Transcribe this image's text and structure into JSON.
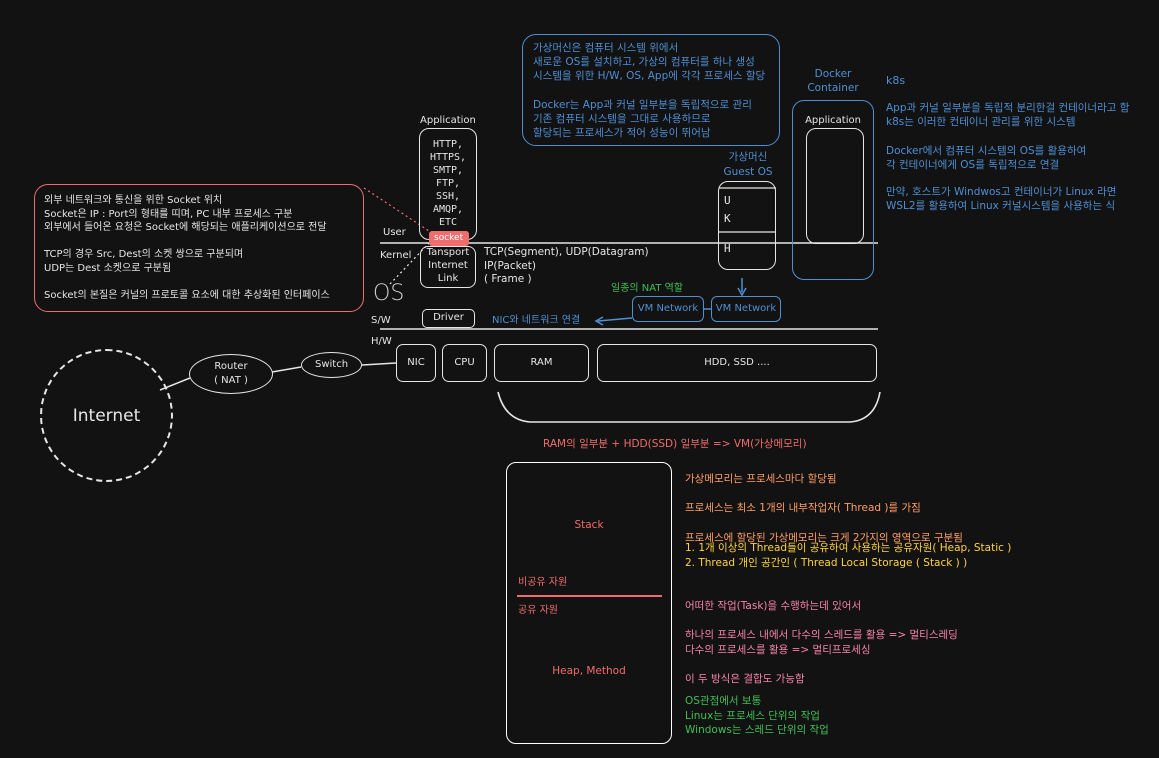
{
  "colors": {
    "background": "#121212",
    "white": "#e6e6e6",
    "blue": "#4f8fd4",
    "green": "#40c057",
    "red": "#f06d6d",
    "orange": "#ff9f66"
  },
  "top_note": {
    "lines": [
      "가상머신은 컴퓨터 시스템 위에서",
      "새로운 OS를 설치하고, 가상의 컴퓨터를 하나 생성",
      "시스템을 위한 H/W, OS, App에 각각 프로세스 할당",
      "",
      "Docker는 App과 커널 일부분을 독립적으로 관리",
      "기존 컴퓨터 시스템을 그대로 사용하므로",
      "할당되는 프로세스가 적어 성능이 뛰어남"
    ]
  },
  "socket_note": {
    "lines": [
      "외부 네트워크와 통신을 위한 Socket 위치",
      "Socket은 IP : Port의 형태를 띠며, PC 내부 프로세스 구분",
      "외부에서 들어온 요청은 Socket에 해당되는 애플리케이션으로 전달",
      "",
      "TCP의 경우 Src, Dest의 소켓 쌍으로 구분되며",
      "UDP는 Dest 소켓으로 구분됨",
      "",
      "Socket의 본질은 커널의 프로토콜 요소에 대한 추상화된 인터페이스"
    ]
  },
  "k8s_note": {
    "title": "k8s",
    "para1": [
      "App과 커널 일부분을 독립적 분리한걸 컨테이너라고 함",
      "k8s는 이러한 컨테이너 관리를 위한 시스템"
    ],
    "para2": [
      "Docker에서 컴퓨터 시스템의 OS를 활용하여",
      "각 컨테이너에게 OS를 독립적으로 연결"
    ],
    "para3": [
      "만약, 호스트가 Windwos고 컨테이너가 Linux 라면",
      "WSL2를 활용하여 Linux 커널시스템을 사용하는 식"
    ]
  },
  "application": {
    "label": "Application",
    "protocols": [
      "HTTP,",
      "HTTPS,",
      "SMTP,",
      "FTP,",
      "SSH,",
      "AMQP,",
      "ETC"
    ]
  },
  "socket_label": "socket",
  "layers": {
    "user": "User",
    "kernel": "Kernel",
    "sw": "S/W",
    "hw": "H/W",
    "os": "OS"
  },
  "kernel_stack": [
    "Tansport",
    "Internet",
    "Link"
  ],
  "protocol_info": [
    "TCP(Segment), UDP(Datagram)",
    "IP(Packet)",
    "( Frame )"
  ],
  "driver": "Driver",
  "nat_role": "일종의 NAT 역할",
  "nic_link": "NIC와 네트워크 연결",
  "vm_network": [
    "VM Network",
    "VM Network"
  ],
  "guest": {
    "title": [
      "가상머신",
      "Guest OS"
    ],
    "letters": [
      "U",
      "K",
      "H"
    ]
  },
  "docker": {
    "title": [
      "Docker",
      "Container"
    ],
    "app": "Application"
  },
  "hardware": {
    "nic": "NIC",
    "cpu": "CPU",
    "ram": "RAM",
    "hdd": "HDD, SSD ...."
  },
  "router": [
    "Router",
    "( NAT )"
  ],
  "switch": "Switch",
  "internet": "Internet",
  "vm_formula": "RAM의 일부분 + HDD(SSD) 일부분 => VM(가상메모리)",
  "memory": {
    "stack": "Stack",
    "non_shared": "비공유 자원",
    "shared": "공유 자원",
    "heap": "Heap, Method"
  },
  "memory_notes": {
    "orange": [
      "가상메모리는 프로세스마다 할당됨",
      "",
      "프로세스는 최소 1개의 내부작업자( Thread )를 가짐",
      "",
      "프로세스에 할당된 가상메모리는 크게 2가지의 영역으로 구분됨"
    ],
    "yellow": [
      "1. 1개 이상의 Thread들이 공유하여 사용하는 공유자원( Heap, Static )",
      "2. Thread 개인 공간인 ( Thread Local Storage ( Stack ) )"
    ],
    "pink": [
      "어떠한 작업(Task)을 수행하는데 있어서",
      "",
      "하나의 프로세스 내에서 다수의 스레드를 활용 => 멀티스레딩",
      "다수의 프로세스를 활용 => 멀티프로세싱",
      "",
      "이 두 방식은 결합도 가능함"
    ],
    "green": [
      "OS관점에서 보통",
      "Linux는 프로세스 단위의 작업",
      "Windows는 스레드 단위의 작업"
    ]
  }
}
